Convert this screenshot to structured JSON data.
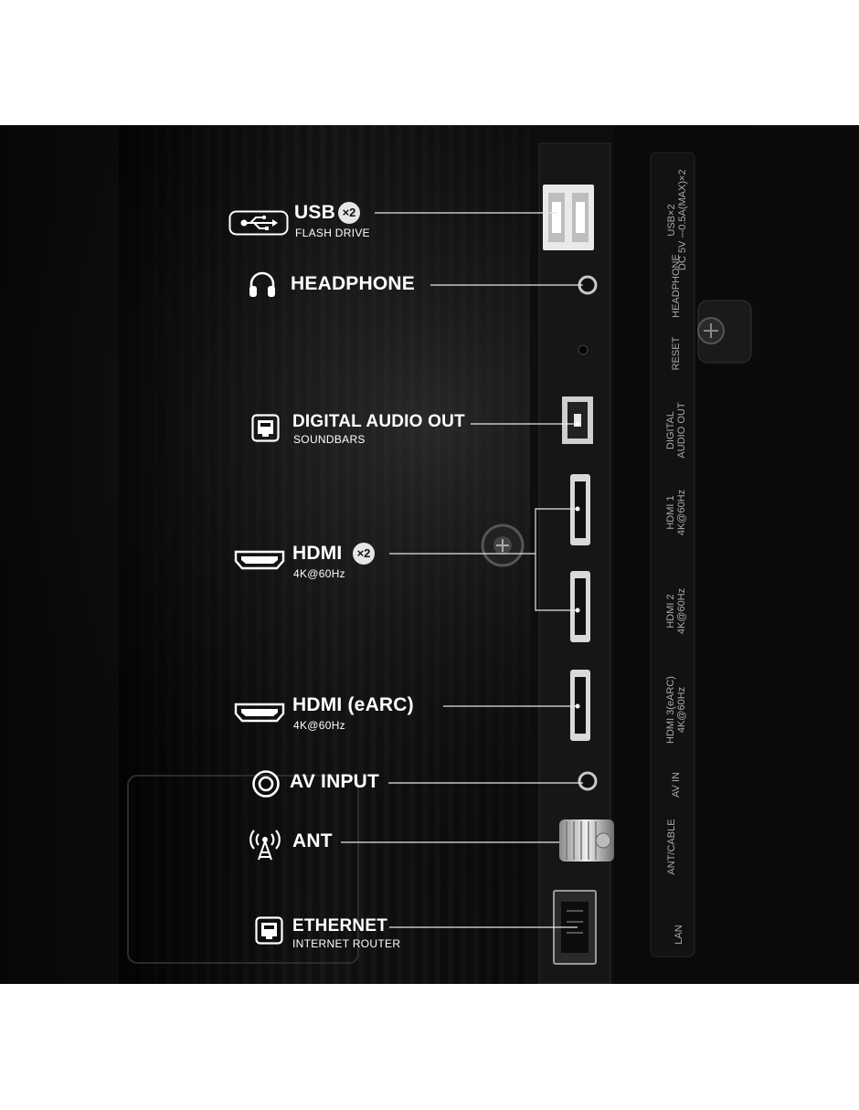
{
  "callouts": {
    "usb": {
      "title": "USB",
      "badge": "×2",
      "subtitle": "FLASH DRIVE",
      "icon": "usb-icon"
    },
    "headphone": {
      "title": "HEADPHONE",
      "icon": "headphones-icon"
    },
    "digital_audio": {
      "title": "DIGITAL AUDIO OUT",
      "subtitle": "SOUNDBARS",
      "icon": "optical-port-icon"
    },
    "hdmi": {
      "title": "HDMI",
      "badge": "×2",
      "subtitle": "4K@60Hz",
      "icon": "hdmi-icon"
    },
    "hdmi_earc": {
      "title": "HDMI (eARC)",
      "subtitle": "4K@60Hz",
      "icon": "hdmi-icon"
    },
    "av_input": {
      "title": "AV INPUT",
      "icon": "av-jack-icon"
    },
    "ant": {
      "title": "ANT",
      "icon": "antenna-icon"
    },
    "ethernet": {
      "title": "ETHERNET",
      "subtitle": "INTERNET ROUTER",
      "icon": "ethernet-icon"
    }
  },
  "panel_labels": {
    "usb_line1": "USB×2",
    "usb_line2": "DC 5V ⎓0.5A(MAX)×2",
    "headphone": "HEADPHONE",
    "reset": "RESET",
    "digital_line1": "DIGITAL",
    "digital_line2": "AUDIO OUT",
    "hdmi1_line1": "HDMI 1",
    "hdmi1_line2": "4K@60Hz",
    "hdmi2_line1": "HDMI 2",
    "hdmi2_line2": "4K@60Hz",
    "hdmi3_line1": "HDMI 3(eARC)",
    "hdmi3_line2": "4K@60Hz",
    "av_in": "AV IN",
    "ant_cable": "ANT/CABLE",
    "lan": "LAN"
  },
  "colors": {
    "background": "#0d0d0d",
    "text": "#ffffff",
    "panel_text": "#a9a9a9",
    "page": "#ffffff"
  }
}
